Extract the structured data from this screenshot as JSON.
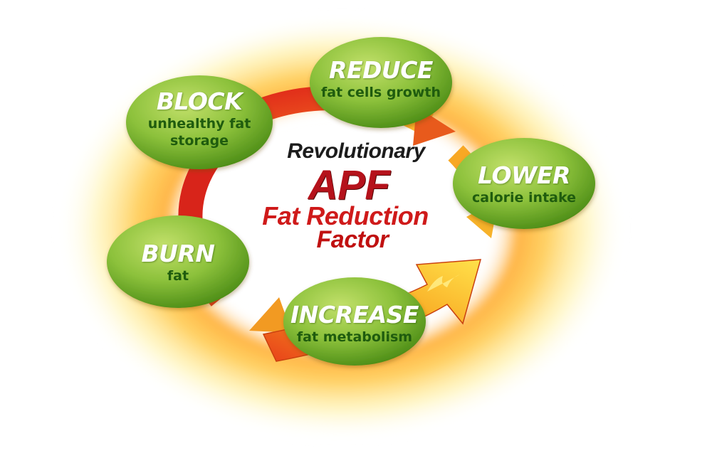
{
  "center": {
    "line1": "Revolutionary",
    "line2": "APF",
    "line3": "Fat Reduction",
    "line4": "Factor"
  },
  "nodes": {
    "reduce": {
      "title": "REDUCE",
      "subtitle": "fat cells growth"
    },
    "lower": {
      "title": "LOWER",
      "subtitle": "calorie intake"
    },
    "increase": {
      "title": "INCREASE",
      "subtitle": "fat metabolism"
    },
    "burn": {
      "title": "BURN",
      "subtitle": "fat"
    },
    "block": {
      "title": "BLOCK",
      "subtitle": "unhealthy fat\nstorage"
    }
  },
  "colors": {
    "glow_outer": "#fff7b0",
    "glow_orange": "#ffae2e",
    "ring_red": "#d51c1c",
    "ring_yellow": "#ffcf33",
    "node_green_light": "#b6d95a",
    "node_green_dark": "#5c9e1f",
    "node_subtitle": "#1f5c0e",
    "title_red": "#b5121b",
    "title_dark": "#1c1c1c"
  }
}
